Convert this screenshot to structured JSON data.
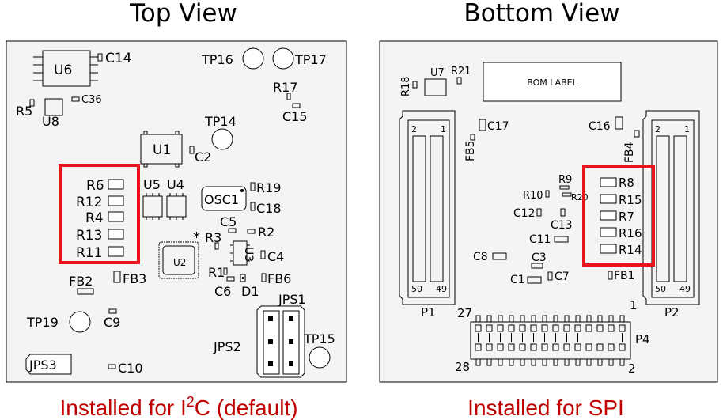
{
  "titles": {
    "top": "Top View",
    "bottom": "Bottom View"
  },
  "captions": {
    "top": "Installed for I",
    "top_sup": "2",
    "top_rest": "C (default)",
    "bottom": "Installed for SPI"
  },
  "colors": {
    "highlight": "#e8141b",
    "caption": "#c00000",
    "board_fill": "#f4f4f4",
    "outline": "#000000"
  },
  "top_view": {
    "u6": "U6",
    "c14": "C14",
    "c36": "C36",
    "r5": "R5",
    "u8": "U8",
    "tp16": "TP16",
    "tp17": "TP17",
    "r17": "R17",
    "c15": "C15",
    "tp14": "TP14",
    "u1": "U1",
    "c2": "C2",
    "r6": "R6",
    "r12": "R12",
    "r4": "R4",
    "r13": "R13",
    "r11": "R11",
    "u5": "U5",
    "u4": "U4",
    "osc1": "OSC1",
    "r19": "R19",
    "c18": "C18",
    "c5": "C5",
    "r3": "R3",
    "r2": "R2",
    "u2": "U2",
    "u3": "U3",
    "c4": "C4",
    "r1": "R1",
    "c6": "C6",
    "d1": "D1",
    "fb6": "FB6",
    "fb2": "FB2",
    "fb3": "FB3",
    "tp19": "TP19",
    "c9": "C9",
    "jps1": "JPS1",
    "jps2": "JPS2",
    "tp15": "TP15",
    "jps3": "JPS3",
    "c10": "C10",
    "star": "*"
  },
  "bottom_view": {
    "r18": "R18",
    "u7": "U7",
    "r21": "R21",
    "bom_label": "BOM LABEL",
    "c17": "C17",
    "c16": "C16",
    "fb5": "FB5",
    "fb4": "FB4",
    "p1_pin2": "2",
    "p1_pin1": "1",
    "p1_pin50": "50",
    "p1_pin49": "49",
    "p1": "P1",
    "p2_pin2": "2",
    "p2_pin1": "1",
    "p2_pin50": "50",
    "p2_pin49": "49",
    "p2": "P2",
    "r9": "R9",
    "r10": "R10",
    "r20": "R20",
    "c12": "C12",
    "c13": "C13",
    "c11": "C11",
    "c8": "C8",
    "c3": "C3",
    "c1": "C1",
    "c7": "C7",
    "r8": "R8",
    "r15": "R15",
    "r7": "R7",
    "r16": "R16",
    "r14": "R14",
    "fb1": "FB1",
    "p4_pin27": "27",
    "p4_pin1": "1",
    "p4_pin28": "28",
    "p4_pin2": "2",
    "p4": "P4"
  }
}
